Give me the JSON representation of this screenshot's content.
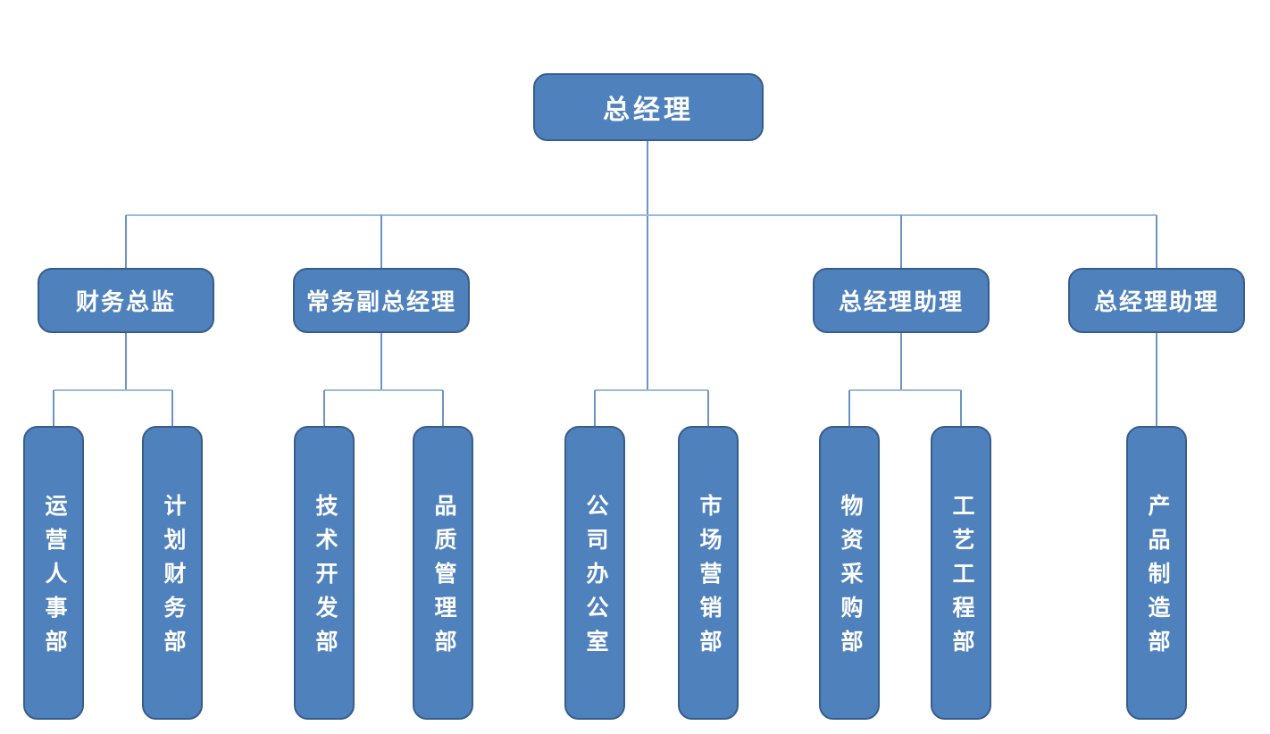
{
  "org": {
    "root": {
      "label": "总经理"
    },
    "executives": [
      {
        "label": "财务总监"
      },
      {
        "label": "常务副总经理"
      },
      {
        "label": "总经理助理"
      },
      {
        "label": "总经理助理"
      }
    ],
    "departments": [
      {
        "label": "运营人事部",
        "parent": "财务总监"
      },
      {
        "label": "计划财务部",
        "parent": "财务总监"
      },
      {
        "label": "技术开发部",
        "parent": "常务副总经理"
      },
      {
        "label": "品质管理部",
        "parent": "常务副总经理"
      },
      {
        "label": "公司办公室",
        "parent": "总经理"
      },
      {
        "label": "市场营销部",
        "parent": "总经理"
      },
      {
        "label": "物资采购部",
        "parent": "总经理助理"
      },
      {
        "label": "工艺工程部",
        "parent": "总经理助理"
      },
      {
        "label": "产品制造部",
        "parent": "总经理助理"
      }
    ],
    "colors": {
      "node_fill": "#4f81bd",
      "node_border": "#385d8a",
      "connector_dark": "#6b93c3",
      "connector_light": "#9cb8da",
      "text": "#ffffff"
    }
  }
}
